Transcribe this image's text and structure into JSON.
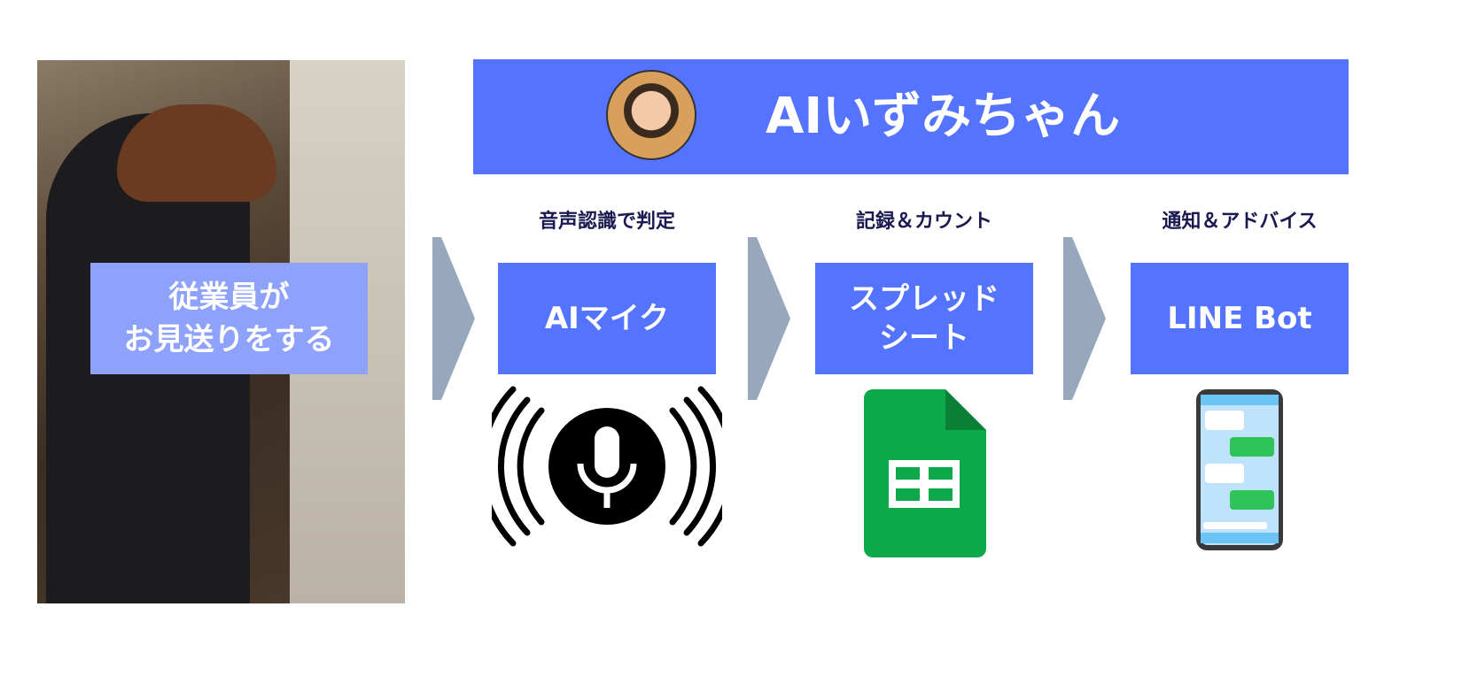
{
  "photo_label": {
    "line1": "従業員が",
    "line2": "お見送りをする"
  },
  "header": {
    "title": "AIいずみちゃん"
  },
  "steps": [
    {
      "label": "音声認識で判定",
      "box_line1": "AIマイク",
      "box_line2": "",
      "icon": "microphone-icon"
    },
    {
      "label": "記録＆カウント",
      "box_line1": "スプレッド",
      "box_line2": "シート",
      "icon": "spreadsheet-icon"
    },
    {
      "label": "通知＆アドバイス",
      "box_line1": "LINE Bot",
      "box_line2": "",
      "icon": "smartphone-chat-icon"
    }
  ],
  "colors": {
    "primary": "#5473ff",
    "label_box": "#8fa2fb",
    "arrow": "#97a8bc",
    "label_text": "#1a1a50",
    "sheet_green": "#0ba94a"
  }
}
